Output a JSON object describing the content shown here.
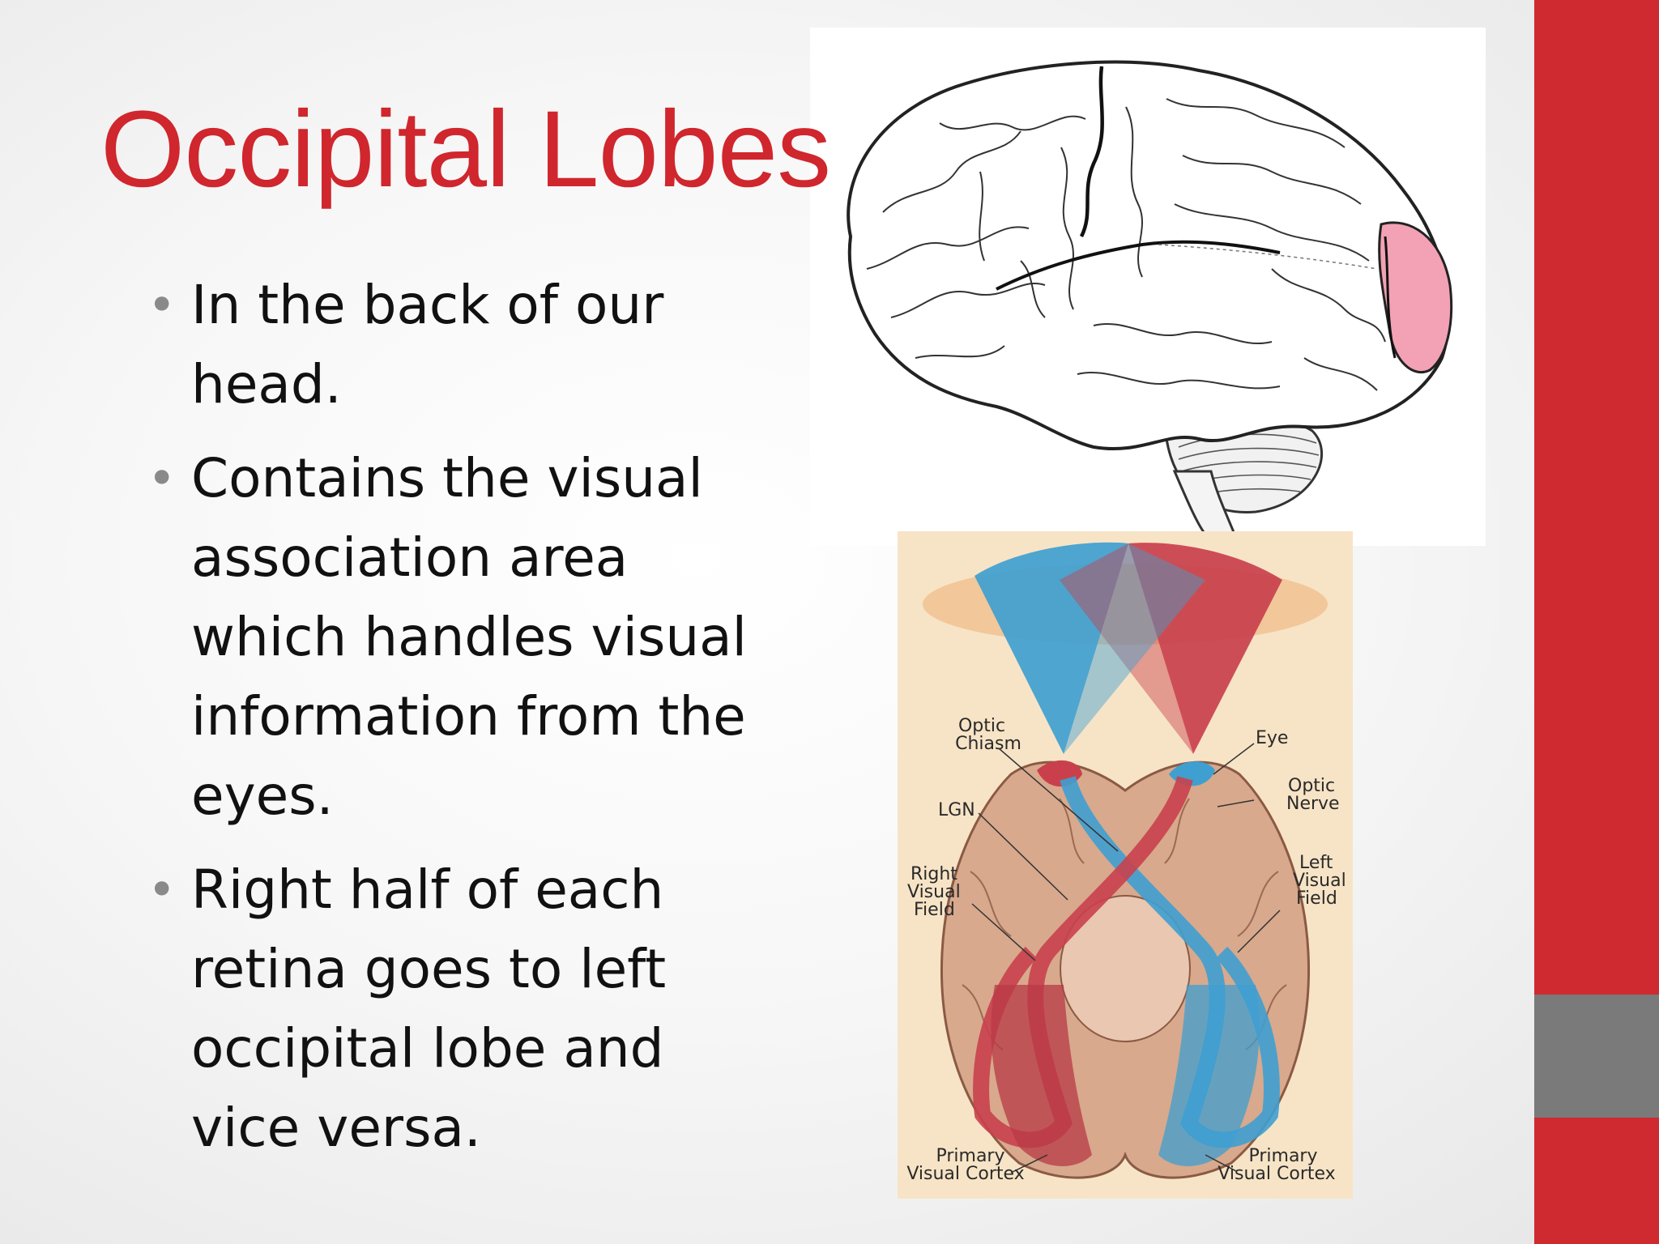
{
  "slide": {
    "title": "Occipital Lobes",
    "bullets": [
      "In the back of our head.",
      "Contains the visual association area which handles visual information from the eyes.",
      "Right half of each retina goes to left occipital lobe and vice versa."
    ],
    "bullet_marker": "•"
  },
  "visual_pathway_figure": {
    "labels": {
      "optic_chiasm": [
        "Optic",
        "Chiasm"
      ],
      "eye": "Eye",
      "lgn": "LGN",
      "optic_nerve": [
        "Optic",
        "Nerve"
      ],
      "right_visual_field": [
        "Right",
        "Visual",
        "Field"
      ],
      "left_visual_field": [
        "Left",
        "Visual",
        "Field"
      ],
      "primary_visual_cortex_left": [
        "Primary",
        "Visual Cortex"
      ],
      "primary_visual_cortex_right": [
        "Primary",
        "Visual Cortex"
      ]
    }
  },
  "colors": {
    "accent_red": "#cf2a30",
    "title_red": "#d0262d",
    "band_gray": "#7a7a7a",
    "occipital_highlight": "#f2a2b4",
    "visual_blue": "#3f9fd0",
    "visual_red": "#c9404c"
  },
  "icons": {
    "brain_lateral": "brain-lateral-view-illustration",
    "visual_pathway": "visual-pathway-illustration"
  }
}
